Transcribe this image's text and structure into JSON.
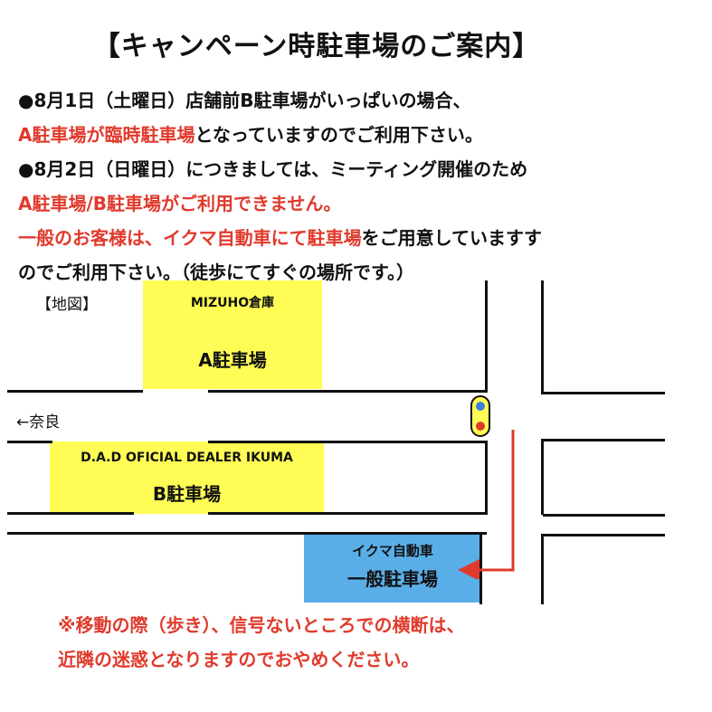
{
  "title": "【キャンペーン時駐車場のご案内】",
  "notice": {
    "line1": "●8月1日（土曜日）店舗前B駐車場がいっぱいの場合、",
    "line2_red": "A駐車場が臨時駐車場",
    "line2_rest": "となっていますのでご利用下さい。",
    "line3": "●8月2日（日曜日）につきましては、ミーティング開催のため",
    "line4_red": "A駐車場/B駐車場がご利用できません。",
    "line5_red": "一般のお客様は、イクマ自動車にて駐車場",
    "line5_rest": "をご用意していますす",
    "line6": "のでご利用下さい。（徒歩にてすぐの場所です。）"
  },
  "map": {
    "label": "【地図】",
    "direction": "←奈良",
    "lot_a": {
      "building": "MIZUHO倉庫",
      "name": "A駐車場"
    },
    "lot_b": {
      "building": "D.A.D OFICIAL DEALER IKUMA",
      "name": "B駐車場"
    },
    "lot_general": {
      "building": "イクマ自動車",
      "name": "一般駐車場"
    }
  },
  "caution": {
    "line1": "※移動の際（歩き）、信号ないところでの横断は、",
    "line2": "近隣の迷惑となりますのでおやめください。"
  },
  "colors": {
    "red": "#e03a2c",
    "yellow": "#fffd55",
    "blue": "#5aaee8",
    "signal_blue": "#3a7fe0",
    "signal_red": "#e03a2c"
  }
}
